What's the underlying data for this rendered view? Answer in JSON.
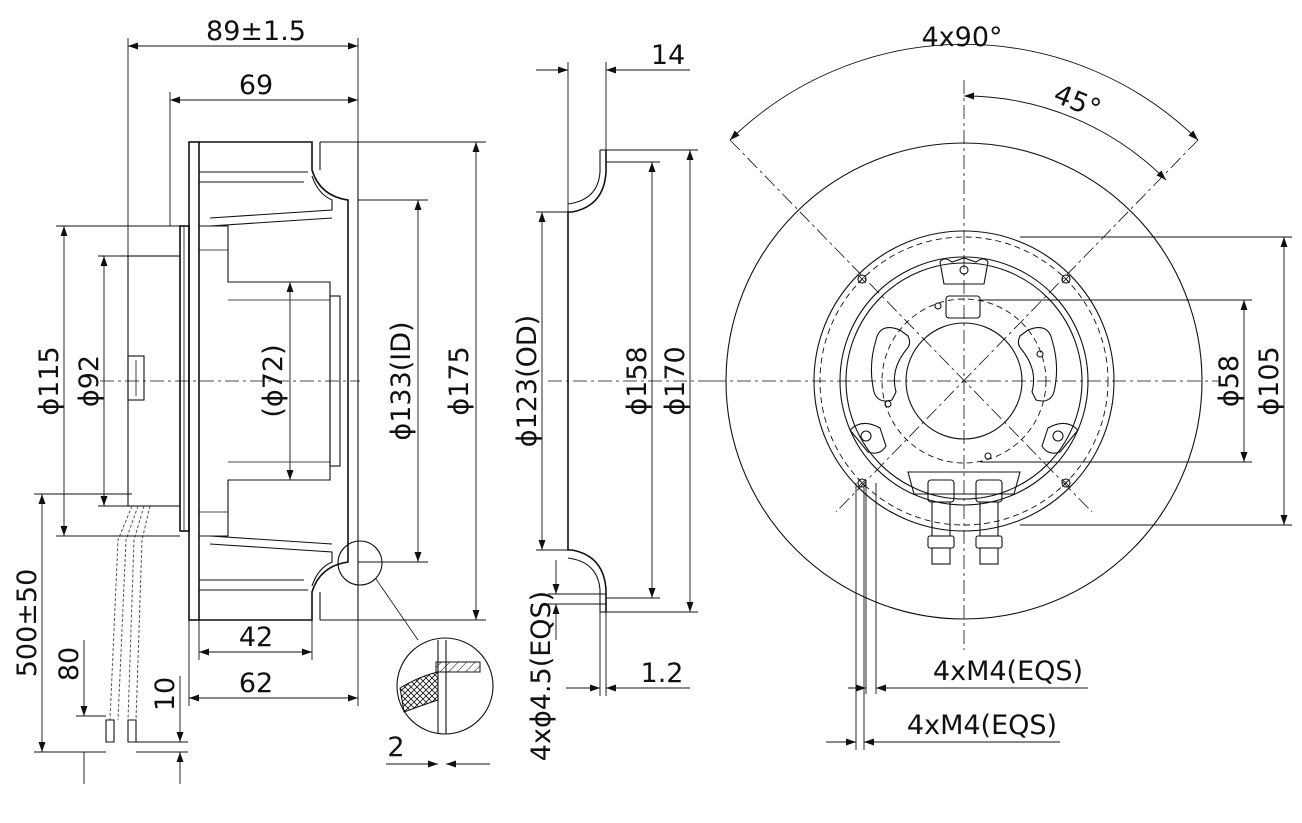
{
  "side_view": {
    "dims": {
      "overall_length": "89±1.5",
      "impeller_length": "69",
      "inner_depth": "42",
      "depth_to_flange": "62",
      "mount_dia": "ϕ115",
      "hub_dia": "ϕ92",
      "motor_dia": "(ϕ72)",
      "inlet_id": "ϕ133(ID)",
      "impeller_dia": "ϕ175",
      "lead_length": "500±50",
      "strip_length": "80",
      "tip_length": "10",
      "detail_thickness": "2"
    }
  },
  "ring_view": {
    "dims": {
      "ring_depth": "14",
      "ring_od": "ϕ123(OD)",
      "ring_dia_158": "ϕ158",
      "ring_dia_170": "ϕ170",
      "hole_spec": "4xϕ4.5(EQS)",
      "sheet_thickness": "1.2"
    }
  },
  "front_view": {
    "dims": {
      "angle_spacing": "4x90°",
      "angle_offset": "45°",
      "inner_dia": "ϕ58",
      "bolt_circle": "ϕ105",
      "thread_spec_1": "4xM4(EQS)",
      "thread_spec_2": "4xM4(EQS)"
    }
  }
}
